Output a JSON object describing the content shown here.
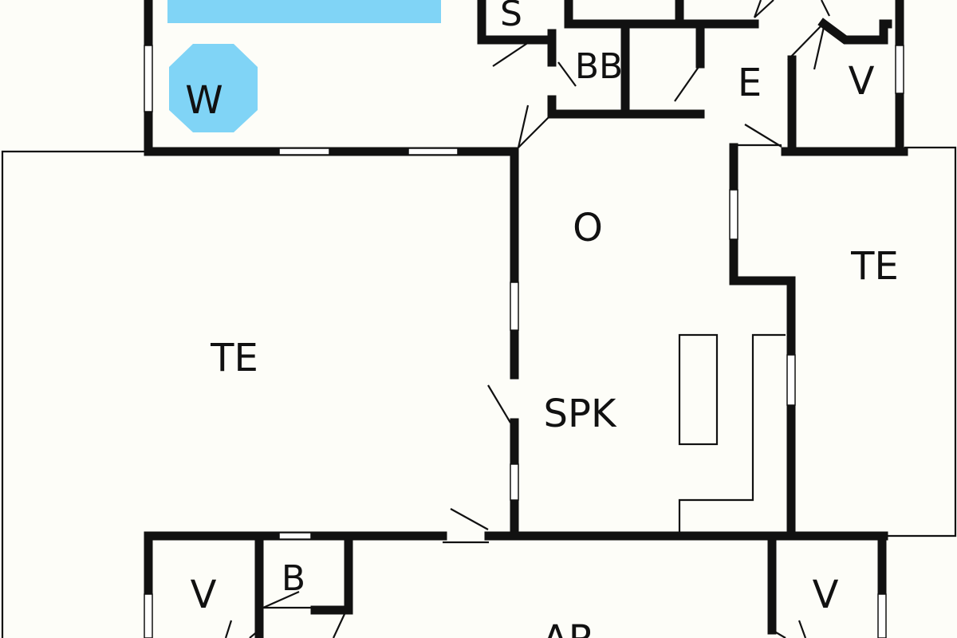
{
  "rooms": {
    "terrace_left": "TE",
    "terrace_right": "TE",
    "living": "O",
    "kitchen": "SPK",
    "entrance": "E",
    "bedroom_top_right": "V",
    "bedroom_bottom_left": "V",
    "bedroom_bottom_right": "V",
    "bathroom": "BB",
    "sauna": "S",
    "bath_small": "B",
    "hallway": "AR"
  },
  "whirlpool": {
    "label": "W",
    "color": "#80d4f6"
  },
  "pool": {
    "color": "#80d4f6"
  },
  "colors": {
    "wall": "#111111",
    "floor": "#fdfdf8"
  }
}
